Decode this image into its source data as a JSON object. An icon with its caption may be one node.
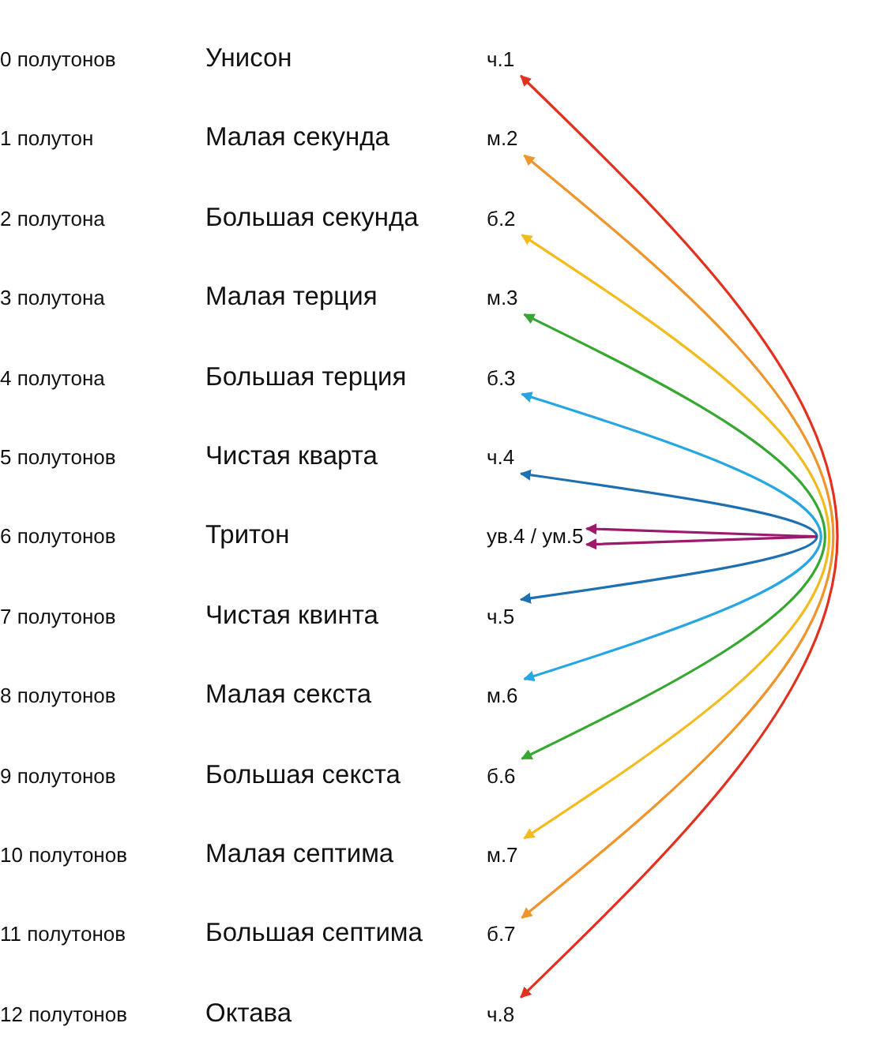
{
  "diagram": {
    "nodes": [
      {
        "text": [
          "ч.1"
        ]
      },
      {
        "text": [
          "м.2"
        ]
      },
      {
        "text": [
          "б.2"
        ]
      },
      {
        "text": [
          "м.3"
        ]
      },
      {
        "text": [
          "б.3"
        ]
      },
      {
        "text": [
          "ч.4"
        ]
      },
      {
        "text": [
          "ув.4 / ум.5"
        ]
      },
      {
        "text": [
          "ч.5"
        ]
      },
      {
        "text": [
          "м.6"
        ]
      },
      {
        "text": [
          "б.6"
        ]
      },
      {
        "text": [
          "м.7"
        ]
      },
      {
        "text": [
          "б.7"
        ]
      },
      {
        "text": [
          "ч.8"
        ]
      }
    ],
    "edges": [
      {
        "from": 0,
        "to": 12,
        "arrow": "both",
        "color": "#e2321f"
      },
      {
        "from": 1,
        "to": 11,
        "arrow": "both",
        "color": "#f0952b"
      },
      {
        "from": 2,
        "to": 10,
        "arrow": "both",
        "color": "#f2bb1f"
      },
      {
        "from": 3,
        "to": 9,
        "arrow": "both",
        "color": "#36a832"
      },
      {
        "from": 4,
        "to": 8,
        "arrow": "both",
        "color": "#27a7e2"
      },
      {
        "from": 5,
        "to": 7,
        "arrow": "both",
        "color": "#1f70b0"
      },
      {
        "from": 6,
        "to": 6,
        "arrow": "both",
        "color": "#9c1a6c"
      }
    ],
    "labels": [
      "0 полутонов",
      "Унисон",
      "1 полутон",
      "Малая секунда",
      "2 полутона",
      "Большая секунда",
      "3 полутона",
      "Малая терция",
      "4 полутона",
      "Большая терция",
      "5 полутонов",
      "Чистая кварта",
      "6 полутонов",
      "Тритон",
      "7 полутонов",
      "Чистая квинта",
      "8 полутонов",
      "Малая секста",
      "9 полутонов",
      "Большая секста",
      "10 полутонов",
      "Малая септима",
      "11 полутонов",
      "Большая септима",
      "12 полутонов",
      "Октава"
    ]
  }
}
